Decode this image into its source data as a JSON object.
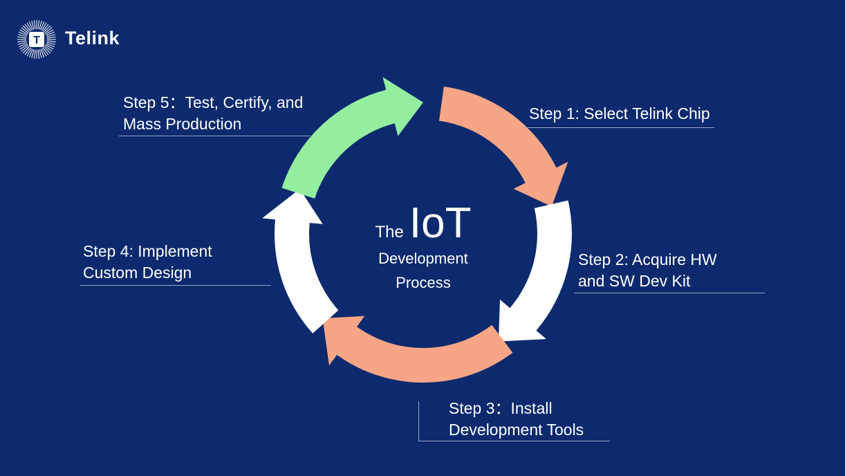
{
  "brand": {
    "name": "Telink",
    "logo_letter": "T"
  },
  "center": {
    "the": "The",
    "iot": "IoT",
    "line2": "Development",
    "line3": "Process"
  },
  "steps": [
    {
      "line1": "Step 1: Select Telink Chip",
      "line2": ""
    },
    {
      "line1": "Step 2: Acquire HW",
      "line2": "and SW Dev Kit"
    },
    {
      "line1": "Step 3：Install",
      "line2": "Development Tools"
    },
    {
      "line1": "Step 4: Implement",
      "line2": "Custom Design"
    },
    {
      "line1": "Step 5：Test, Certify, and",
      "line2": "Mass Production"
    }
  ],
  "colors": {
    "background": "#0c2a6d",
    "salmon_arrow": "#f6a587",
    "white_arrow": "#ffffff",
    "green_arrow": "#93ee9f"
  }
}
